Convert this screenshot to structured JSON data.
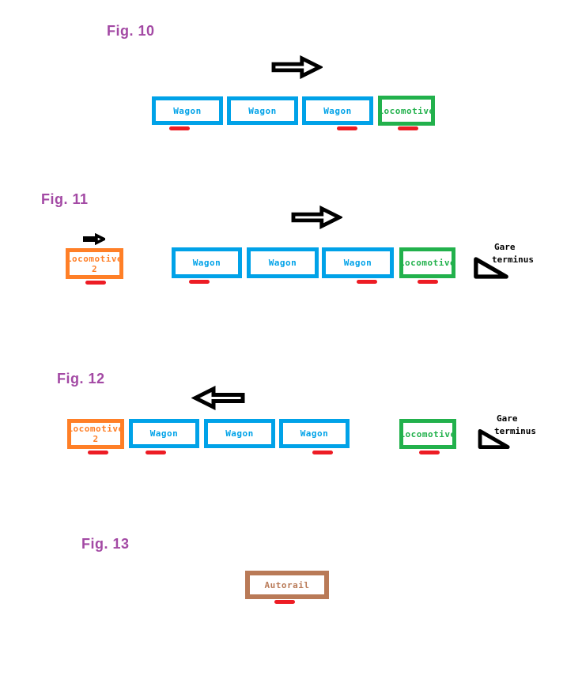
{
  "colors": {
    "blue": "#00a2e8",
    "green": "#22b14c",
    "orange": "#ff7f27",
    "brown": "#b97a57",
    "red": "#ed1c24",
    "purple": "#a349a4"
  },
  "icons": {
    "flow_right": "right-arrow-icon",
    "flow_left": "left-arrow-icon",
    "terminus_wedge": "terminus-triangle-icon",
    "brake_mark": "red-underline-mark"
  },
  "fig10": {
    "title": "Fig. 10",
    "train": [
      "Wagon",
      "Wagon",
      "Wagon",
      "Locomotive"
    ]
  },
  "fig11": {
    "title": "Fig. 11",
    "loco2": [
      "Locomotive",
      "2"
    ],
    "train": [
      "Wagon",
      "Wagon",
      "Wagon",
      "Locomotive"
    ],
    "station": [
      "Gare",
      "terminus"
    ]
  },
  "fig12": {
    "title": "Fig. 12",
    "loco2": [
      "Locomotive",
      "2"
    ],
    "train": [
      "Wagon",
      "Wagon",
      "Wagon"
    ],
    "loco": "Locomotive",
    "station": [
      "Gare",
      "terminus"
    ]
  },
  "fig13": {
    "title": "Fig. 13",
    "autorail": "Autorail"
  }
}
